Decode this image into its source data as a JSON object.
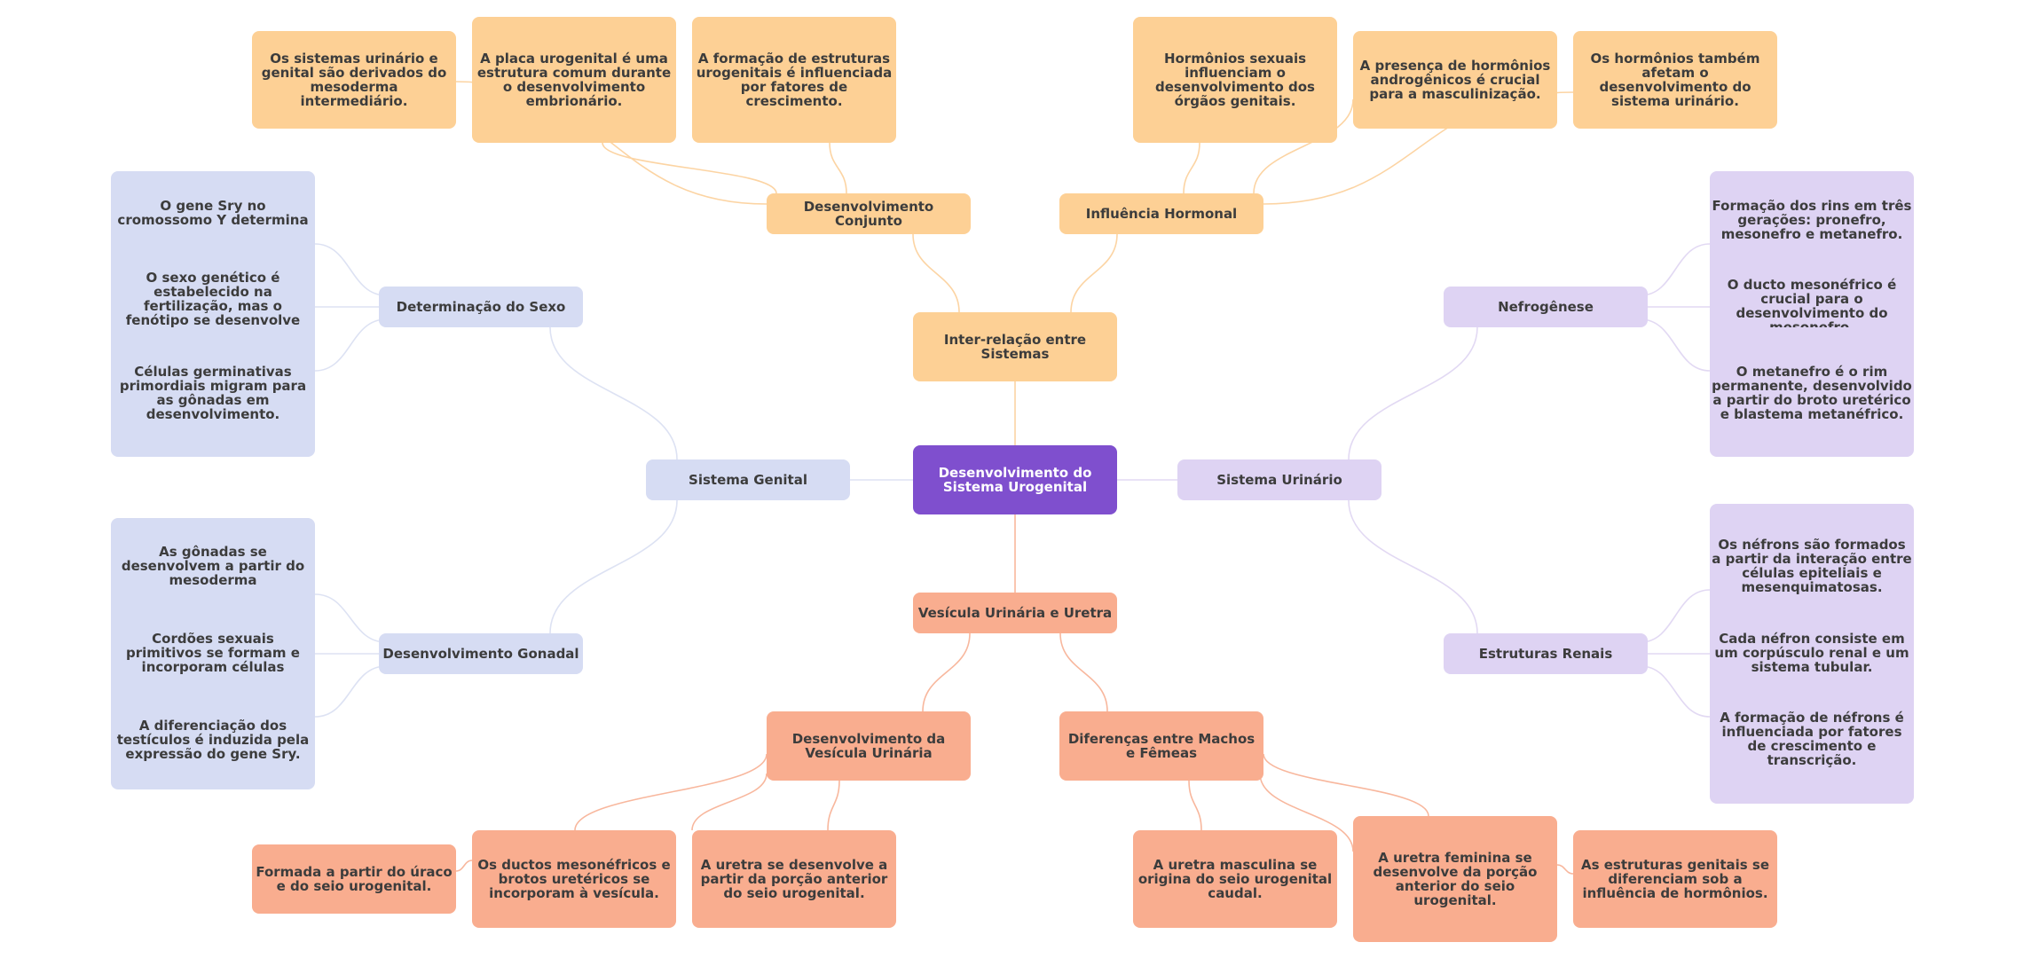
{
  "root": "Desenvolvimento do Sistema Urogenital",
  "interrelacao": {
    "label": "Inter-relação entre Sistemas",
    "conjunto": {
      "label": "Desenvolvimento Conjunto",
      "leaves": [
        "Os sistemas urinário e genital são derivados do mesoderma intermediário.",
        "A placa urogenital é uma estrutura comum durante o desenvolvimento embrionário.",
        "A formação de estruturas urogenitais é influenciada por fatores de crescimento."
      ]
    },
    "hormonal": {
      "label": "Influência Hormonal",
      "leaves": [
        "Hormônios sexuais influenciam o desenvolvimento dos órgãos genitais.",
        "A presença de hormônios androgênicos é crucial para a masculinização.",
        "Os hormônios também afetam o desenvolvimento do sistema urinário."
      ]
    }
  },
  "genital": {
    "label": "Sistema Genital",
    "sexo": {
      "label": "Determinação do Sexo",
      "leaves": [
        "O gene Sry no cromossomo Y determina a formação dos",
        "O sexo genético é estabelecido na fertilização, mas o fenótipo se desenvolve",
        "Células germinativas primordiais migram para as gônadas em desenvolvimento."
      ]
    },
    "gonadal": {
      "label": "Desenvolvimento Gonadal",
      "leaves": [
        "As gônadas se desenvolvem a partir do mesoderma esteroidogênico.",
        "Cordões sexuais primitivos se formam e incorporam células germinativas.",
        "A diferenciação dos testículos é induzida pela expressão do gene Sry."
      ]
    }
  },
  "urinario": {
    "label": "Sistema Urinário",
    "nefrogenese": {
      "label": "Nefrogênese",
      "leaves": [
        "Formação dos rins em três gerações: pronefro, mesonefro e metanefro.",
        "O ducto mesonéfrico é crucial para o desenvolvimento do mesonefro.",
        "O metanefro é o rim permanente, desenvolvido a partir do broto uretérico e blastema metanéfrico."
      ]
    },
    "renais": {
      "label": "Estruturas Renais",
      "leaves": [
        "Os néfrons são formados a partir da interação entre células epiteliais e mesenquimatosas.",
        "Cada néfron consiste em um corpúsculo renal e um sistema tubular.",
        "A formação de néfrons é influenciada por fatores de crescimento e transcrição."
      ]
    }
  },
  "vesicula": {
    "label": "Vesícula Urinária e Uretra",
    "desenvolvimento": {
      "label": "Desenvolvimento da Vesícula Urinária",
      "leaves": [
        "Formada a partir do úraco e do seio urogenital.",
        "Os ductos mesonéfricos e brotos uretéricos se incorporam à vesícula.",
        "A uretra se desenvolve a partir da porção anterior do seio urogenital."
      ]
    },
    "diferencas": {
      "label": "Diferenças entre Machos e Fêmeas",
      "leaves": [
        "A uretra masculina se origina do seio urogenital caudal.",
        "A uretra feminina se desenvolve da porção anterior do seio urogenital.",
        "As estruturas genitais se diferenciam sob a influência de hormônios."
      ]
    }
  },
  "colors": {
    "root": "#7f4fce",
    "orange": "#fdd095",
    "orange_line": "#fcd4a3",
    "blue": "#d6dcf3",
    "blue_line": "#dde2f3",
    "purple": "#ded3f3",
    "purple_line": "#e2d9f3",
    "salmon": "#f9ad8f",
    "salmon_line": "#f8b79d"
  }
}
